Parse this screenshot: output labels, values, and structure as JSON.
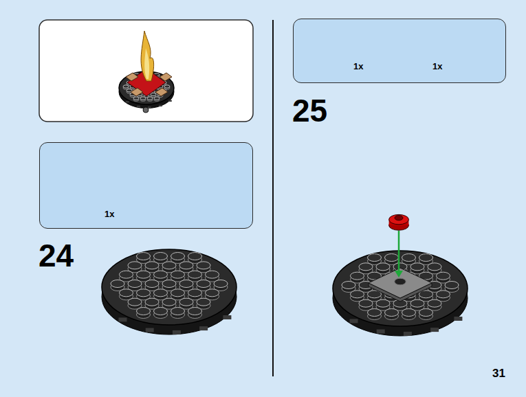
{
  "diagram": {
    "nodes": [
      {
        "text": [
          "1x"
        ]
      },
      {
        "text": [
          "1x",
          "1x"
        ]
      }
    ],
    "labels": [
      "24",
      "25",
      "31"
    ]
  }
}
